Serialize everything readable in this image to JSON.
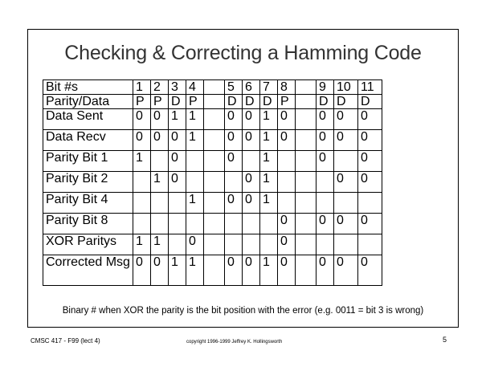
{
  "title": "Checking & Correcting a Hamming Code",
  "table": {
    "rows": [
      {
        "label": "Bit #s",
        "cells": [
          "1",
          "2",
          "3",
          "4",
          "",
          "5",
          "6",
          "7",
          "8",
          "",
          "9",
          "10",
          "11"
        ]
      },
      {
        "label": "Parity/Data",
        "cells": [
          "P",
          "P",
          "D",
          "P",
          "",
          "D",
          "D",
          "D",
          "P",
          "",
          "D",
          "D",
          "D"
        ]
      },
      {
        "label": "Data Sent",
        "cells": [
          "0",
          "0",
          "1",
          "1",
          "",
          "0",
          "0",
          "1",
          "0",
          "",
          "0",
          "0",
          "0"
        ]
      },
      {
        "label": "Data Recv",
        "cells": [
          "0",
          "0",
          "0",
          "1",
          "",
          "0",
          "0",
          "1",
          "0",
          "",
          "0",
          "0",
          "0"
        ]
      },
      {
        "label": "Parity Bit 1",
        "cells": [
          "1",
          "",
          "0",
          "",
          "",
          "0",
          "",
          "1",
          "",
          "",
          "0",
          "",
          "0"
        ]
      },
      {
        "label": "Parity Bit 2",
        "cells": [
          "",
          "1",
          "0",
          "",
          "",
          "",
          "0",
          "1",
          "",
          "",
          "",
          "0",
          "0"
        ]
      },
      {
        "label": "Parity Bit 4",
        "cells": [
          "",
          "",
          "",
          "1",
          "",
          "0",
          "0",
          "1",
          "",
          "",
          "",
          "",
          ""
        ]
      },
      {
        "label": "Parity Bit 8",
        "cells": [
          "",
          "",
          "",
          "",
          "",
          "",
          "",
          "",
          "0",
          "",
          "0",
          "0",
          "0"
        ]
      },
      {
        "label": "XOR Paritys",
        "cells": [
          "1",
          "1",
          "",
          "0",
          "",
          "",
          "",
          "",
          "0",
          "",
          "",
          "",
          ""
        ]
      },
      {
        "label": "Corrected Msg",
        "cells": [
          "0",
          "0",
          "1",
          "1",
          "",
          "0",
          "0",
          "1",
          "0",
          "",
          "0",
          "0",
          "0"
        ]
      }
    ]
  },
  "caption": "Binary # when XOR the parity is the bit position with the error (e.g. 0011 = bit 3 is wrong)",
  "footer": {
    "course": "CMSC 417 - F99  (lect 4)",
    "copyright": "copyright 1996-1999 Jeffrey K. Hollingsworth",
    "page": "5"
  }
}
